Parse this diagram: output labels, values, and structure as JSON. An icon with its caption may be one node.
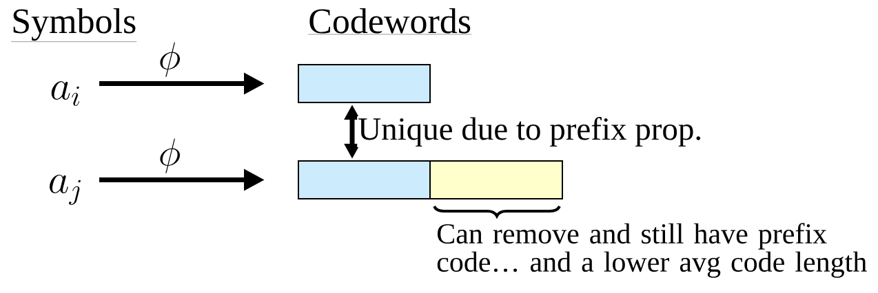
{
  "diagram": {
    "nodes": [
      {
        "text": [
          "a_i"
        ]
      },
      {
        "text": [],
        "shape": "box"
      },
      {
        "text": [
          "a_j"
        ]
      },
      {
        "text": [],
        "shape": "box"
      },
      {
        "text": [],
        "shape": "box"
      }
    ],
    "edges": [
      {
        "from": 0,
        "to": 1,
        "arrow": "to",
        "label": "\\phi"
      },
      {
        "from": 1,
        "to": 3,
        "arrow": "both",
        "label": "Unique due to prefix prop."
      },
      {
        "from": 2,
        "to": 3,
        "arrow": "to",
        "label": "\\phi"
      }
    ],
    "labels": [
      "Symbols",
      "Codewords",
      "Can remove and still have prefix code… and a lower avg code length"
    ]
  }
}
